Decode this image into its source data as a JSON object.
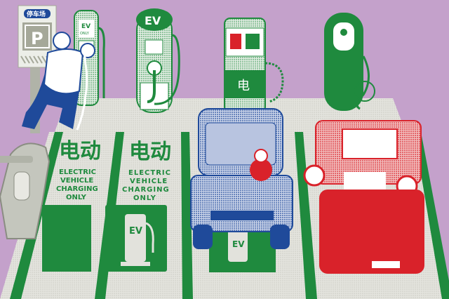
{
  "scene": {
    "parking_sign": {
      "label": "停车场",
      "symbol": "P"
    },
    "charger_1": {
      "label": "EV",
      "sublabel": "ONLY"
    },
    "charger_2": {
      "label": "EV"
    },
    "charger_3": {
      "label": "电"
    },
    "spot_left": {
      "title": "电动",
      "lines": [
        "ELECTRIC",
        "VEHICLE",
        "CHARGING",
        "ONLY"
      ]
    },
    "spot_center": {
      "title": "电动",
      "lines": [
        "ELECTRIC",
        "VEHICLE",
        "CHARGING",
        "ONLY"
      ],
      "pump_label": "EV"
    },
    "spot_car": {
      "pump_label": "EV"
    }
  },
  "colors": {
    "background": "#c4a1cb",
    "green": "#1f8a3e",
    "blue": "#1f4a9a",
    "red": "#d9222a",
    "pavement": "#e2e2dc",
    "sign_gray": "#a5a899"
  }
}
